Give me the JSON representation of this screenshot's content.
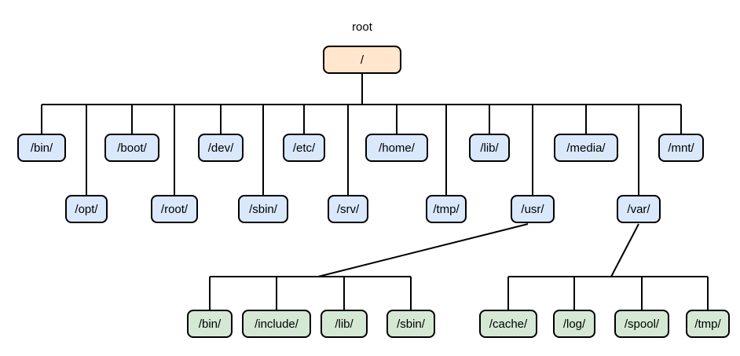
{
  "tree": {
    "root_caption": "root",
    "root_label": "/",
    "level1_row1": [
      "/bin/",
      "/boot/",
      "/dev/",
      "/etc/",
      "/home/",
      "/lib/",
      "/media/",
      "/mnt/"
    ],
    "level1_row2": [
      "/opt/",
      "/root/",
      "/sbin/",
      "/srv/",
      "/tmp/",
      "/usr/",
      "/var/"
    ],
    "usr_children": [
      "/bin/",
      "/include/",
      "/lib/",
      "/sbin/"
    ],
    "var_children": [
      "/cache/",
      "/log/",
      "/spool/",
      "/tmp/"
    ]
  },
  "colors": {
    "root_fill": "#ffe6cc",
    "level1_fill": "#dae8fc",
    "level2_fill": "#d5e8d4",
    "border": "#000000",
    "line": "#000000",
    "background": "#ffffff"
  }
}
